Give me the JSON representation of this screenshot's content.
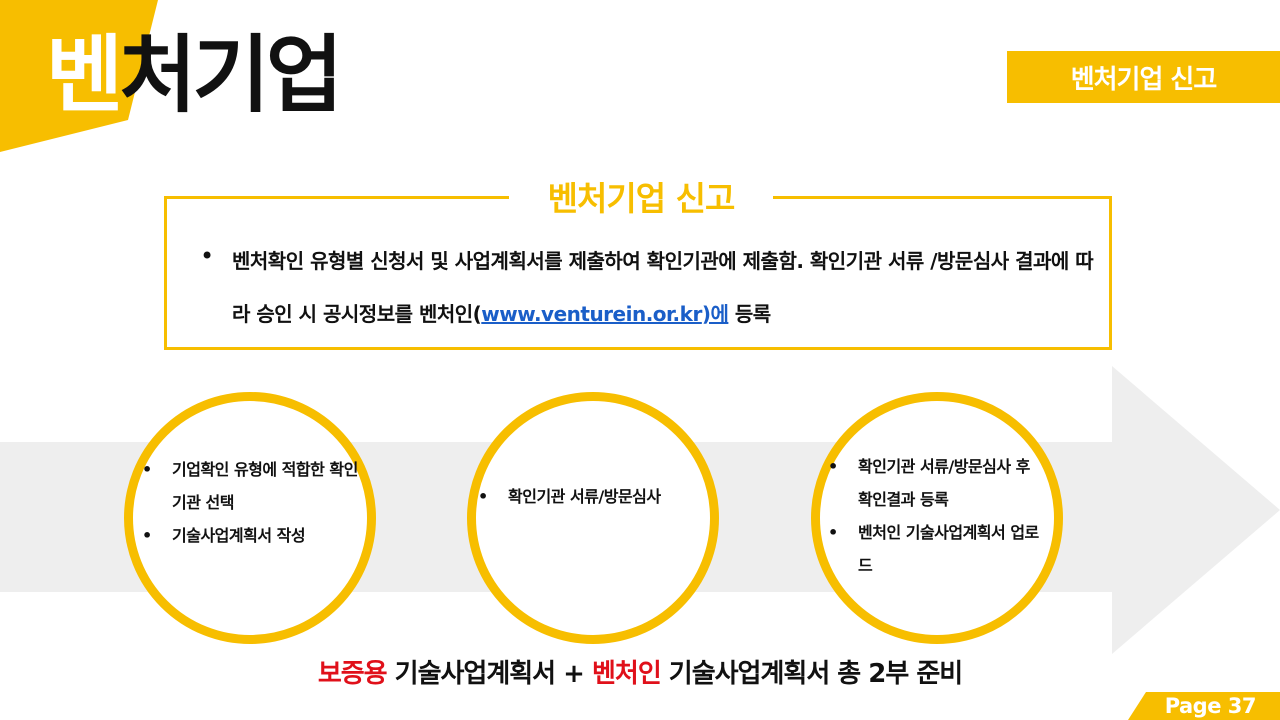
{
  "header": {
    "title_first": "벤",
    "title_rest": "처기업",
    "tag_label": "벤처기업 신고"
  },
  "info_box": {
    "title": "벤처기업 신고",
    "bullet": "•",
    "text_part1": "벤처확인 유형별 신청서 및 사업계획서를 제출하여 확인기관에 제출함. 확인기관 서류 /방문심사 결과에 따라 승인 시 공시정보를 벤처인(",
    "link": "www.venturein.or.kr",
    "text_part2": ")에",
    "text_part3": " 등록"
  },
  "circles": [
    {
      "items": [
        "기업확인 유형에 적합한 확인기관 선택",
        "기술사업계획서 작성"
      ]
    },
    {
      "items": [
        "확인기관  서류/방문심사"
      ]
    },
    {
      "items": [
        "확인기관  서류/방문심사 후 확인결과 등록",
        "벤처인  기술사업계획서 업로드"
      ]
    }
  ],
  "summary": {
    "red1": "보증용",
    "text1": " 기술사업계획서 + ",
    "red2": "벤처인",
    "text2": " 기술사업계획서 총 2부 준비"
  },
  "footer": {
    "page_label": "Page 37"
  },
  "colors": {
    "accent": "#f7be00",
    "highlight_red": "#e0101a",
    "link_blue": "#1a5ec8",
    "arrow_gray": "#eeeeee"
  }
}
